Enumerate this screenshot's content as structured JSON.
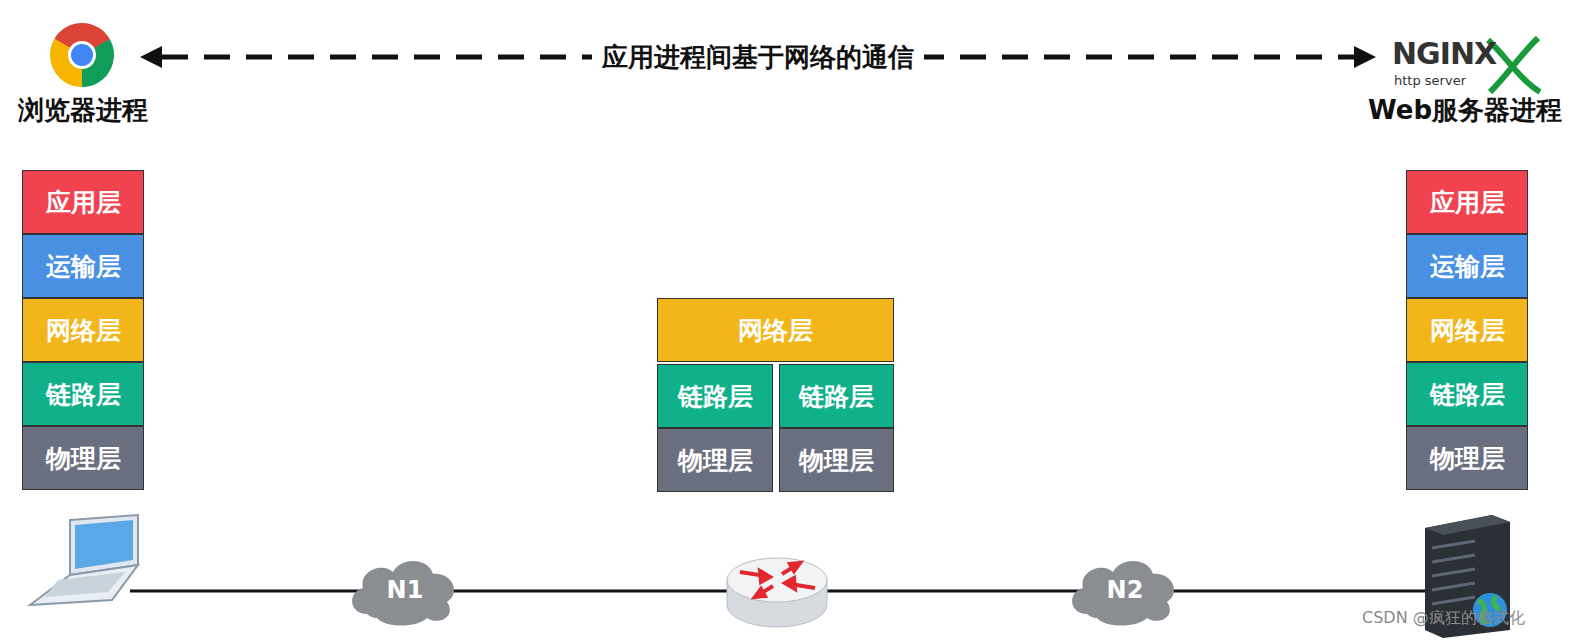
{
  "diagram": {
    "nodes": [
      {
        "text": [
          "浏览器进程"
        ]
      },
      {
        "text": [
          "Web服务器进程"
        ]
      },
      {
        "text": [
          "应用层"
        ]
      },
      {
        "text": [
          "运输层"
        ]
      },
      {
        "text": [
          "网络层"
        ]
      },
      {
        "text": [
          "链路层"
        ]
      },
      {
        "text": [
          "物理层"
        ]
      },
      {
        "text": [
          "网络层"
        ]
      },
      {
        "text": [
          "链路层"
        ]
      },
      {
        "text": [
          "物理层"
        ]
      },
      {
        "text": [
          "链路层"
        ]
      },
      {
        "text": [
          "物理层"
        ]
      },
      {
        "text": [
          "应用层"
        ]
      },
      {
        "text": [
          "运输层"
        ]
      },
      {
        "text": [
          "网络层"
        ]
      },
      {
        "text": [
          "链路层"
        ]
      },
      {
        "text": [
          "物理层"
        ]
      },
      {
        "text": [
          "N1"
        ]
      },
      {
        "text": [
          "N2"
        ]
      }
    ],
    "edges": [
      {
        "from": 0,
        "to": 1,
        "arrow": "both",
        "label": "应用进程间基于网络的通信"
      }
    ],
    "labels": [
      "NGINX",
      "http server",
      "CSDN @疯狂的格式化"
    ]
  }
}
